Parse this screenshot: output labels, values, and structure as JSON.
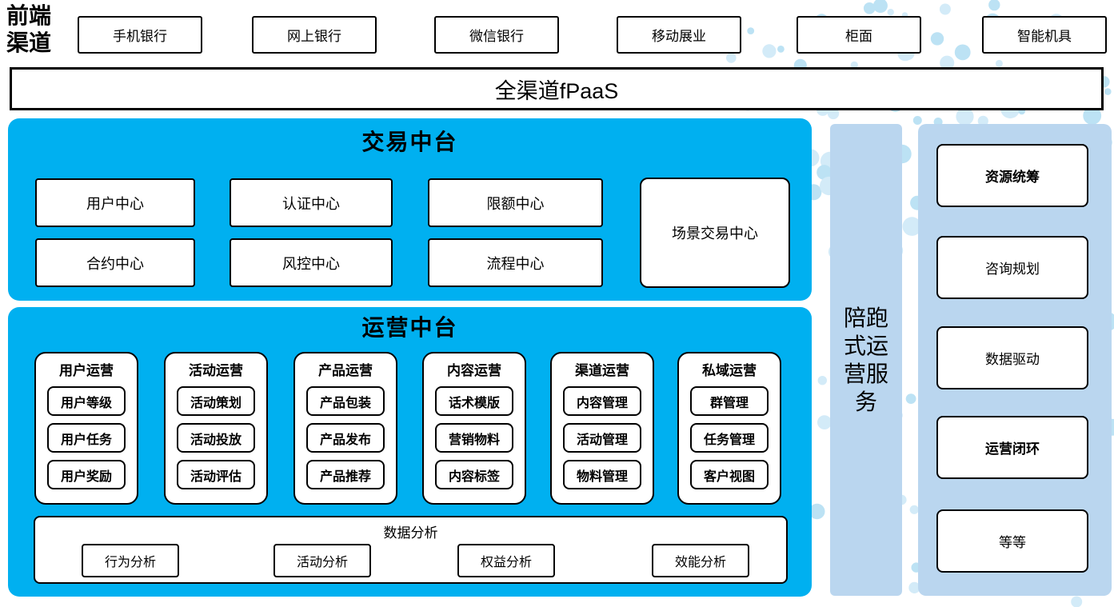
{
  "colors": {
    "accent_blue": "#00B0F0",
    "light_blue": "#BAD6EF",
    "dot_color_light": "#D3EBF8",
    "dot_color_dark": "#BCE2F4",
    "border_black": "#000000"
  },
  "front_channels": {
    "label_line1": "前端",
    "label_line2": "渠道",
    "items": [
      "手机银行",
      "网上银行",
      "微信银行",
      "移动展业",
      "柜面",
      "智能机具"
    ]
  },
  "fpaas": {
    "label": "全渠道fPaaS"
  },
  "trade_platform": {
    "title": "交易中台",
    "centers_row1": [
      "用户中心",
      "认证中心",
      "限额中心"
    ],
    "centers_row2": [
      "合约中心",
      "风控中心",
      "流程中心"
    ],
    "scenario_center": "场景交易中心"
  },
  "operation_platform": {
    "title": "运营中台",
    "groups": [
      {
        "title": "用户运营",
        "items": [
          "用户等级",
          "用户任务",
          "用户奖励"
        ]
      },
      {
        "title": "活动运营",
        "items": [
          "活动策划",
          "活动投放",
          "活动评估"
        ]
      },
      {
        "title": "产品运营",
        "items": [
          "产品包装",
          "产品发布",
          "产品推荐"
        ]
      },
      {
        "title": "内容运营",
        "items": [
          "话术模版",
          "营销物料",
          "内容标签"
        ]
      },
      {
        "title": "渠道运营",
        "items": [
          "内容管理",
          "活动管理",
          "物料管理"
        ]
      },
      {
        "title": "私域运营",
        "items": [
          "群管理",
          "任务管理",
          "客户视图"
        ]
      }
    ],
    "data_analysis": {
      "title": "数据分析",
      "items": [
        "行为分析",
        "活动分析",
        "权益分析",
        "效能分析"
      ]
    }
  },
  "service_band": {
    "label": "陪跑式运营服务"
  },
  "right_panel": {
    "items": [
      {
        "label": "资源统筹",
        "bold": true
      },
      {
        "label": "咨询规划",
        "bold": false
      },
      {
        "label": "数据驱动",
        "bold": false
      },
      {
        "label": "运营闭环",
        "bold": true
      },
      {
        "label": "等等",
        "bold": false
      }
    ]
  }
}
